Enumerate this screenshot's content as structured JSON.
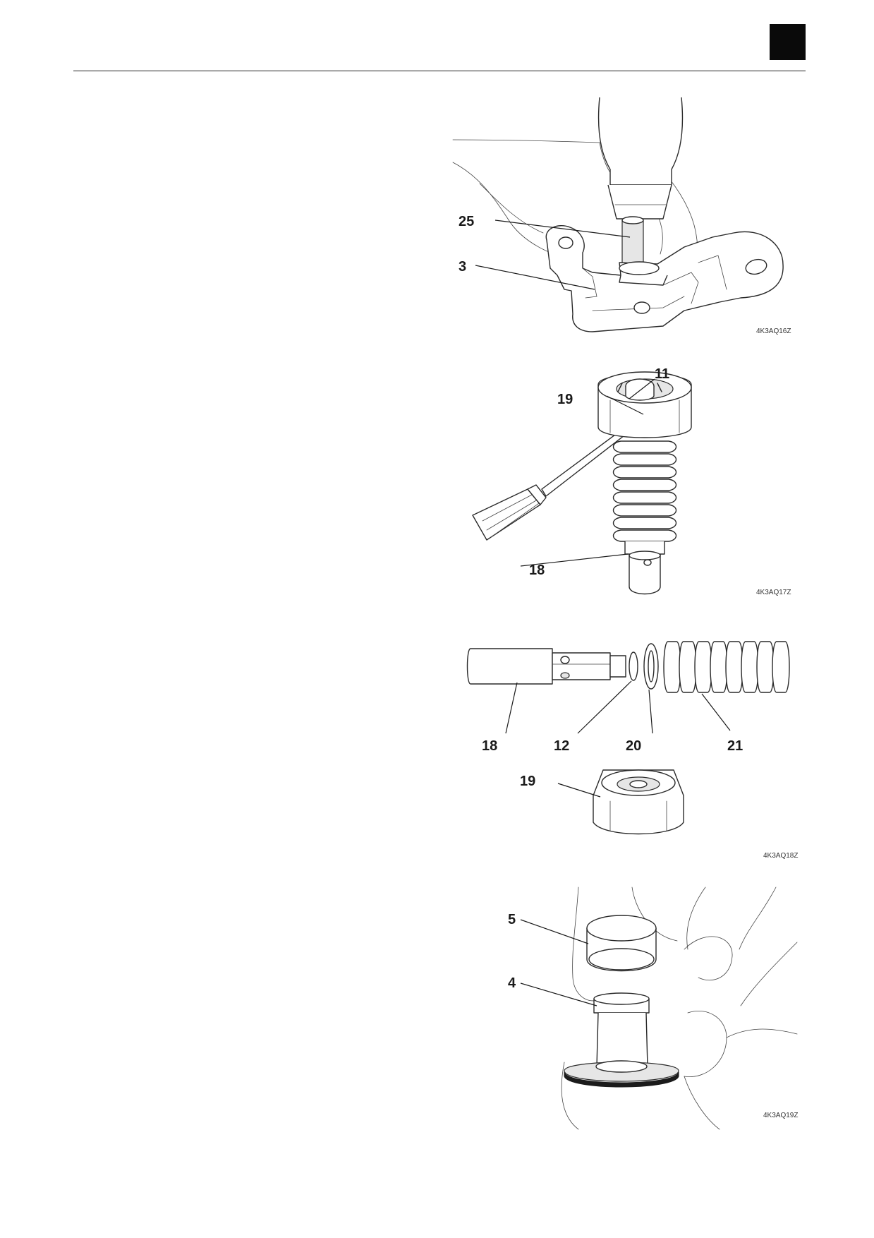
{
  "figures": [
    {
      "code": "4K3AQ16Z",
      "callouts": [
        "25",
        "3"
      ]
    },
    {
      "code": "4K3AQ17Z",
      "callouts": [
        "11",
        "19",
        "18"
      ]
    },
    {
      "code": "4K3AQ18Z",
      "callouts": [
        "18",
        "12",
        "20",
        "21",
        "19"
      ]
    },
    {
      "code": "4K3AQ19Z",
      "callouts": [
        "5",
        "4"
      ]
    }
  ]
}
